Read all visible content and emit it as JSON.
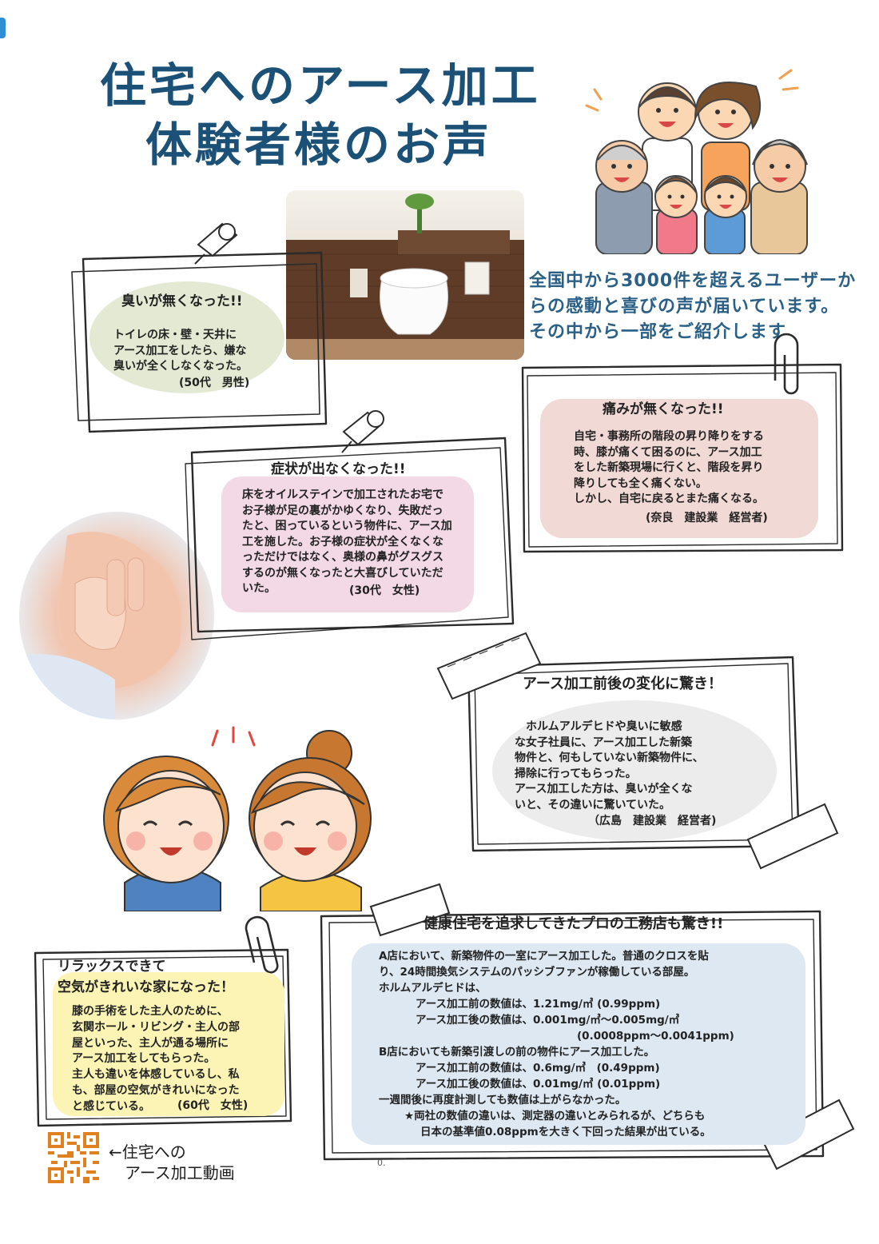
{
  "title": {
    "line1": "住宅へのアース加工",
    "line2": "体験者様のお声"
  },
  "intro": "全国中から3000件を超えるユーザーからの感動と喜びの声が届いています。その中から一部をご紹介します",
  "cards": {
    "odor": {
      "heading": "臭いが無くなった!!",
      "body": "トイレの床・壁・天井に\nアース加工をしたら、嫌な\n臭いが全くしなくなった。",
      "signature": "(50代　男性)"
    },
    "pain": {
      "heading": "痛みが無くなった!!",
      "body": "自宅・事務所の階段の昇り降りをする\n時、膝が痛くて困るのに、アース加工\nをした新築現場に行くと、階段を昇り\n降りしても全く痛くない。\nしかし、自宅に戻るとまた痛くなる。",
      "signature": "(奈良　建設業　経営者)"
    },
    "symptom": {
      "heading": "症状が出なくなった!!",
      "body": "床をオイルステインで加工されたお宅で\nお子様が足の裏がかゆくなり、失敗だっ\nたと、困っているという物件に、アース加\n工を施した。お子様の症状が全くなくな\nっただけではなく、奥様の鼻がグスグス\nするのが無くなったと大喜びしていただ\nいた。",
      "signature": "(30代　女性)"
    },
    "change": {
      "heading": "アース加工前後の変化に驚き！",
      "body": "　ホルムアルデヒドや臭いに敏感\nな女子社員に、アース加工した新築\n物件と、何もしていない新築物件に、\n掃除に行ってもらった。\nアース加工した方は、臭いが全くな\nいと、その違いに驚いていた。",
      "signature": "（広島　建設業　経営者)"
    },
    "relax": {
      "heading": "リラックスできて\n空気がきれいな家になった！",
      "body": "膝の手術をした主人のために、\n玄関ホール・リビング・主人の部\n屋といった、主人が通る場所に\nアース加工をしてもらった。\n主人も違いを体感しているし、私\nも、部屋の空気がきれいになった\nと感じている。",
      "signature": "(60代　女性)"
    },
    "builder": {
      "heading": "健康住宅を追求してきたプロの工務店も驚き!!",
      "lines": [
        "A店において、新築物件の一室にアース加工した。普通のクロスを貼",
        "り、24時間換気システムのパッシブファンが稼働している部屋。",
        "ホルムアルデヒドは、",
        "アース加工前の数値は、1.21mg/㎥ (0.99ppm)",
        "アース加工後の数値は、0.001mg/㎥～0.005mg/㎥",
        "(0.0008ppm～0.0041ppm)",
        "B店においても新築引渡しの前の物件にアース加工した。",
        "アース加工前の数値は、0.6mg/㎥　(0.49ppm)",
        "アース加工後の数値は、0.01mg/㎥ (0.01ppm)",
        "一週間後に再度計測しても数値は上がらなかった。",
        "★両社の数値の違いは、測定器の違いとみられるが、どちらも",
        "日本の基準値0.08ppmを大きく下回った結果が出ている。"
      ]
    }
  },
  "qr_label": "←住宅への\n　アース加工動画",
  "page_number": "0.",
  "colors": {
    "title": "#1b5077",
    "intro": "#2a5f86",
    "odor_bg": "#e3e9d3",
    "pain_bg": "#f1d9d6",
    "symptom_bg": "#f2d9e5",
    "change_bg": "#ececec",
    "relax_bg": "#fbf4b4",
    "builder_bg": "#dde8f3"
  },
  "illustrations": [
    "family-illustration",
    "toilet-photo",
    "baby-hand-photo",
    "two-women-illustration",
    "pushpin-icon",
    "paperclip-icon",
    "tape-icon",
    "qr-code"
  ]
}
